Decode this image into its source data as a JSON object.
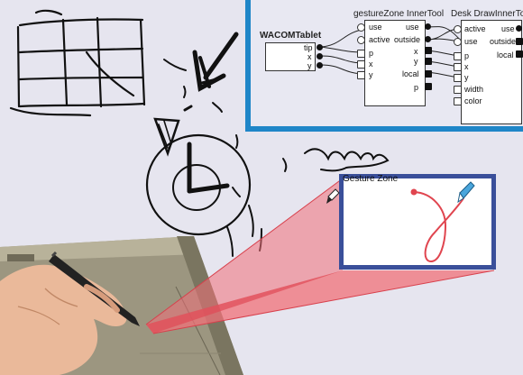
{
  "patch": {
    "wacom": {
      "title": "WACOMTablet",
      "ports": [
        "tip",
        "x",
        "y"
      ]
    },
    "gesture": {
      "title": "gestureZone InnerTool",
      "inputs": [
        "use",
        "active",
        "p",
        "x",
        "y"
      ],
      "outputs": [
        "use",
        "outside",
        "x",
        "y",
        "local",
        "p"
      ]
    },
    "desk": {
      "title": "Desk DrawInnerTool",
      "inputs": [
        "active",
        "use",
        "p",
        "x",
        "y",
        "width",
        "color"
      ],
      "outputs": [
        "use",
        "outside",
        "local"
      ]
    }
  },
  "gesture_zone": {
    "title": "Gesture Zone"
  },
  "colors": {
    "frame_blue": "#1f86c8",
    "zone_border": "#3a4f9a",
    "projection_red": "#f07078",
    "stroke_red": "#e0454f",
    "pen_blue": "#4aa6dc"
  }
}
